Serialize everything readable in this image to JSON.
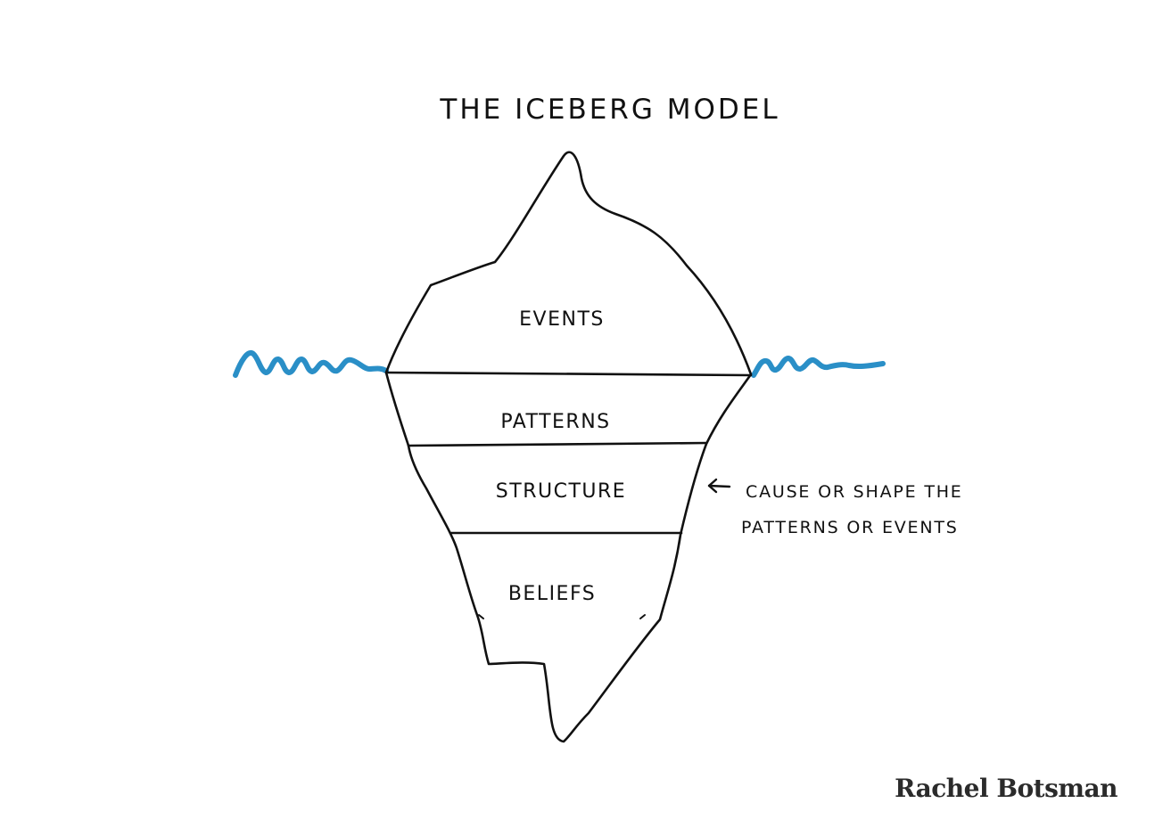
{
  "diagram": {
    "title": "THE ICEBERG MODEL",
    "layers": [
      {
        "label": "EVENTS"
      },
      {
        "label": "PATTERNS"
      },
      {
        "label": "STRUCTURE"
      },
      {
        "label": "BELIEFS"
      }
    ],
    "annotation": {
      "line1": "CAUSE OR SHAPE THE",
      "line2": "PATTERNS OR EVENTS"
    },
    "colors": {
      "outline": "#111111",
      "water": "#2a8fc7",
      "text": "#111111",
      "credit": "#2b2b2b"
    }
  },
  "credit": {
    "author": "Rachel Botsman"
  }
}
